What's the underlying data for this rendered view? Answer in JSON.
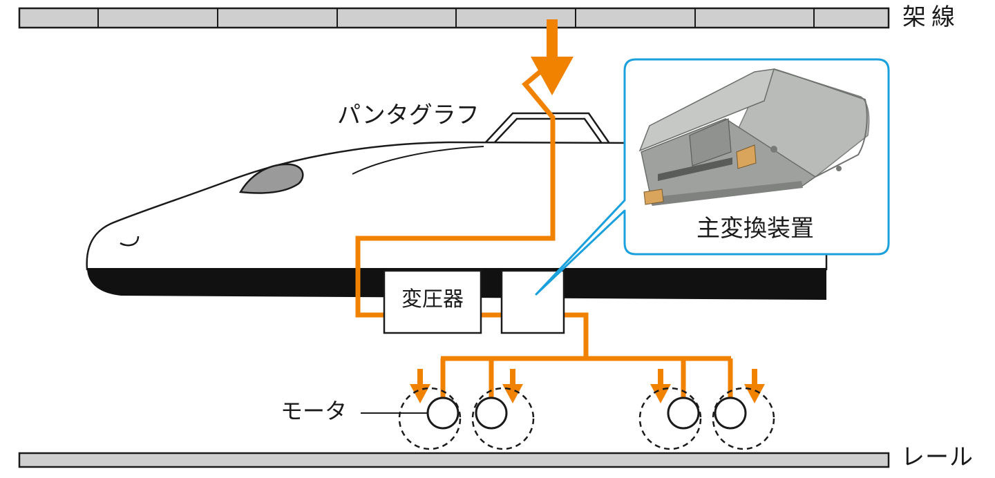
{
  "labels": {
    "overhead_wire": "架線",
    "pantograph": "パンタグラフ",
    "main_converter": "主変換装置",
    "transformer": "変圧器",
    "motor": "モータ",
    "rail": "レール"
  },
  "colors": {
    "power_flow": "#f08200",
    "callout_border": "#1aa0dc",
    "line": "#1a1a1a",
    "rail_fill": "#cfcfcf",
    "train_body": "#ffffff",
    "train_skirt": "#111111",
    "window": "#9a9a9a"
  },
  "icons": [
    "power-arrow-icon",
    "motor-wheel-icon",
    "converter-photo-icon"
  ]
}
